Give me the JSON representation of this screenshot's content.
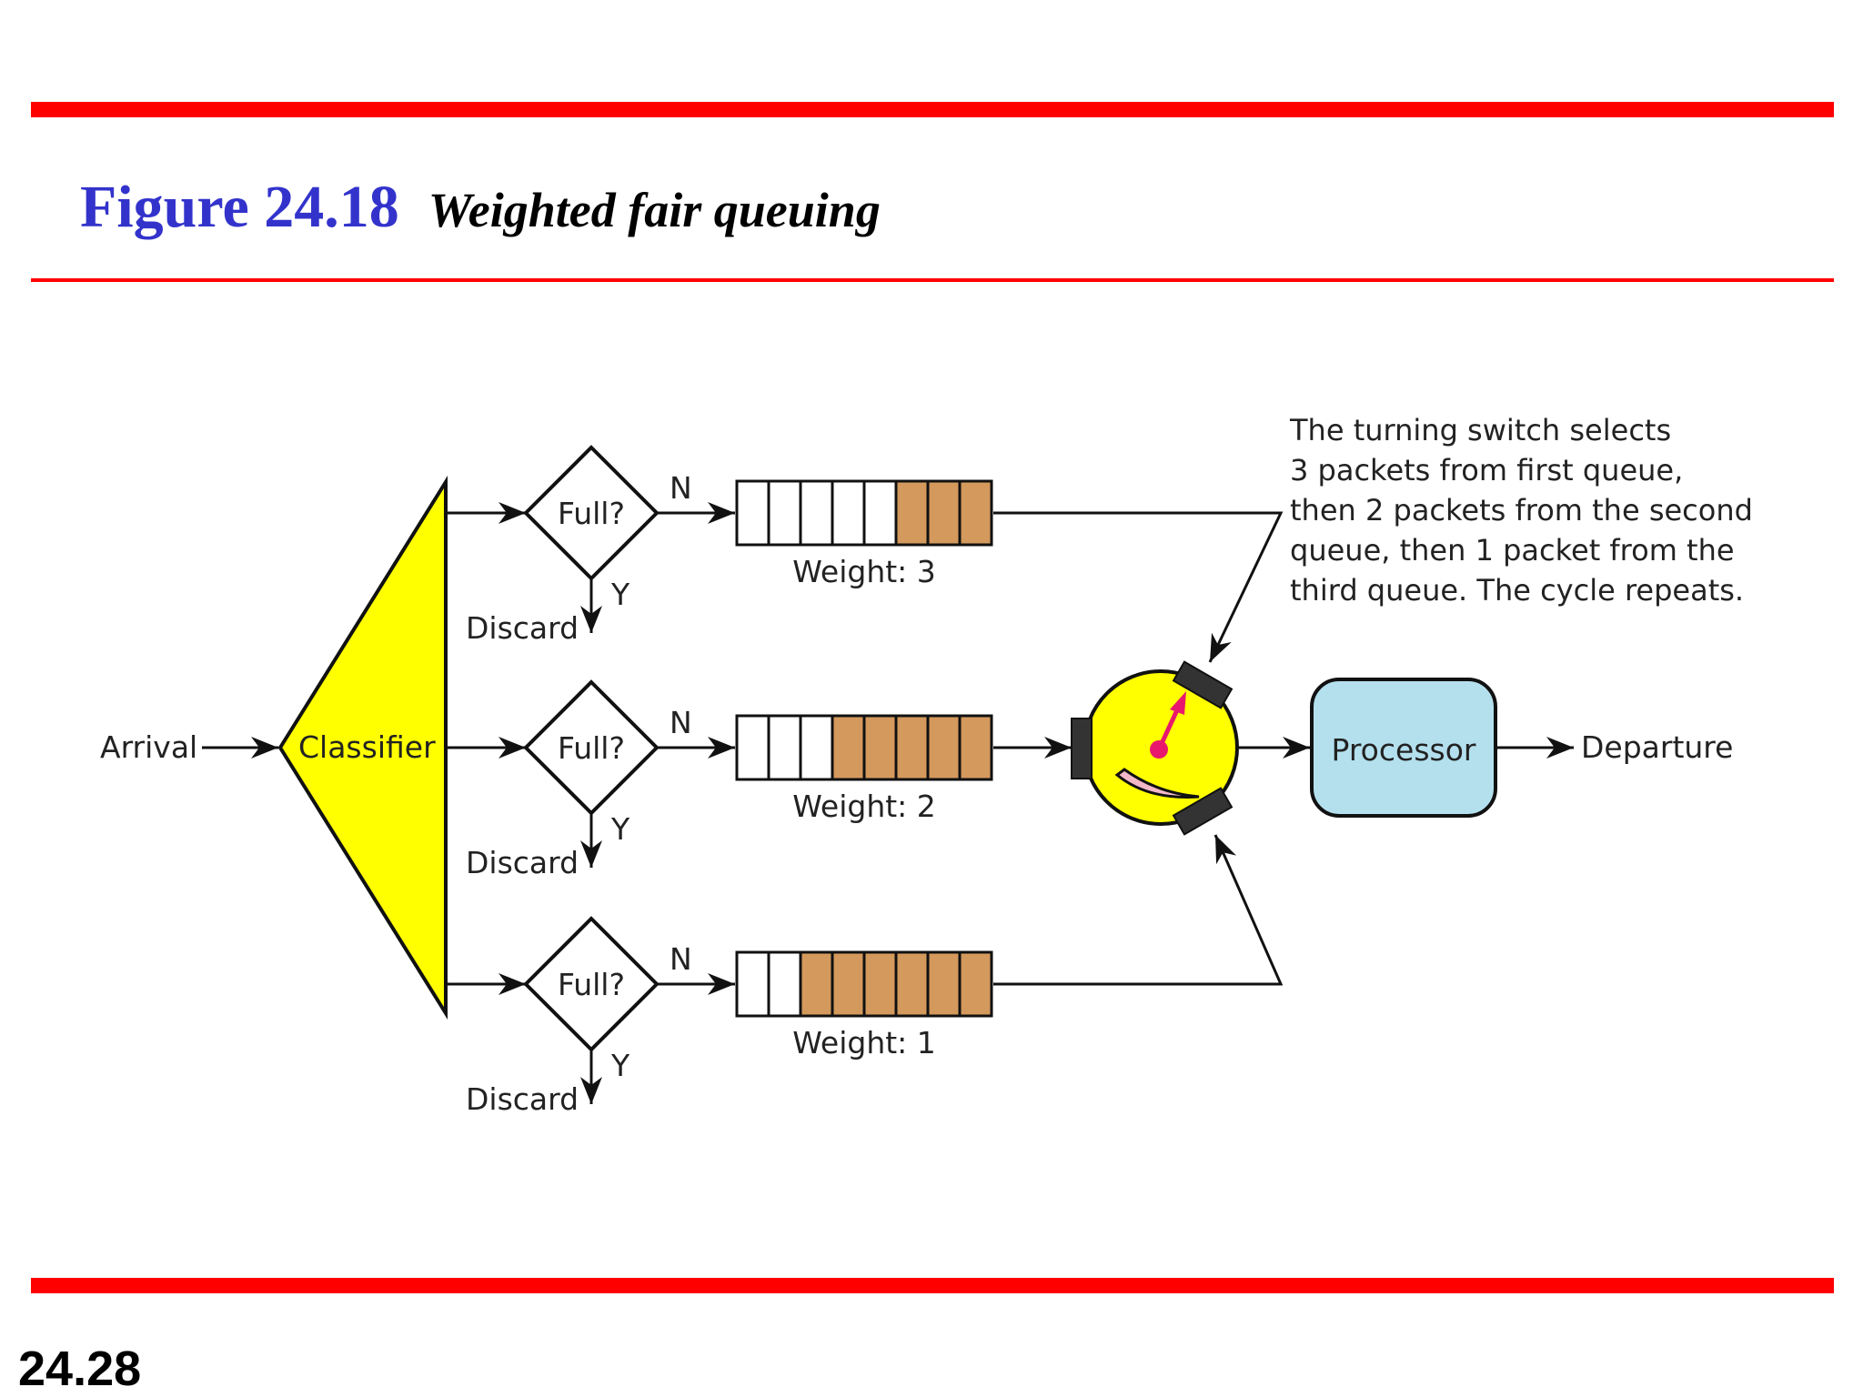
{
  "header": {
    "figure_number": "Figure 24.18",
    "figure_title": "Weighted fair queuing"
  },
  "footer": {
    "page_number": "24.28"
  },
  "diagram": {
    "arrival_label": "Arrival",
    "classifier_label": "Classifier",
    "queues": [
      {
        "decision": "Full?",
        "yes_label": "Y",
        "no_label": "N",
        "discard_label": "Discard",
        "weight_label": "Weight: 3",
        "empty_slots": 5,
        "filled_slots": 3
      },
      {
        "decision": "Full?",
        "yes_label": "Y",
        "no_label": "N",
        "discard_label": "Discard",
        "weight_label": "Weight: 2",
        "empty_slots": 3,
        "filled_slots": 5
      },
      {
        "decision": "Full?",
        "yes_label": "Y",
        "no_label": "N",
        "discard_label": "Discard",
        "weight_label": "Weight: 1",
        "empty_slots": 2,
        "filled_slots": 6
      }
    ],
    "processor_label": "Processor",
    "departure_label": "Departure",
    "note_lines": [
      "The turning switch selects",
      "3 packets from first queue,",
      "then 2 packets from the second",
      "queue, then 1 packet from the",
      "third queue. The cycle repeats."
    ],
    "colors": {
      "classifier_fill": "#ffff00",
      "switch_fill": "#ffff00",
      "filled_slot": "#d4995c",
      "processor_fill": "#b4e0ee",
      "switch_pointer": "#e8186c",
      "accent_red": "#ff0000",
      "title_blue": "#3333cc"
    }
  }
}
